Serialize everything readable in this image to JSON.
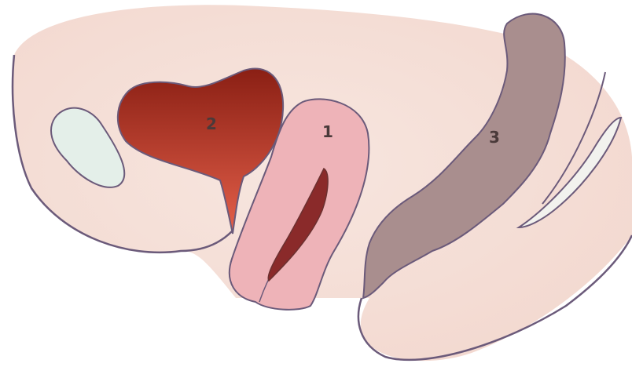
{
  "labels": {
    "uterus": "1",
    "bladder": "2",
    "rectum": "3"
  },
  "colors": {
    "background": "#ffffff",
    "body_fill": "#f5dfd8",
    "outline": "#6b5a7a",
    "pubic_bone": "#e4efe9",
    "bladder_dark": "#8a1f14",
    "bladder_light": "#e4604a",
    "uterus": "#eeb3b8",
    "uterus_cavity": "#8a2a2a",
    "rectum": "#a98e8e",
    "sacrum": "#f2f2ee"
  }
}
